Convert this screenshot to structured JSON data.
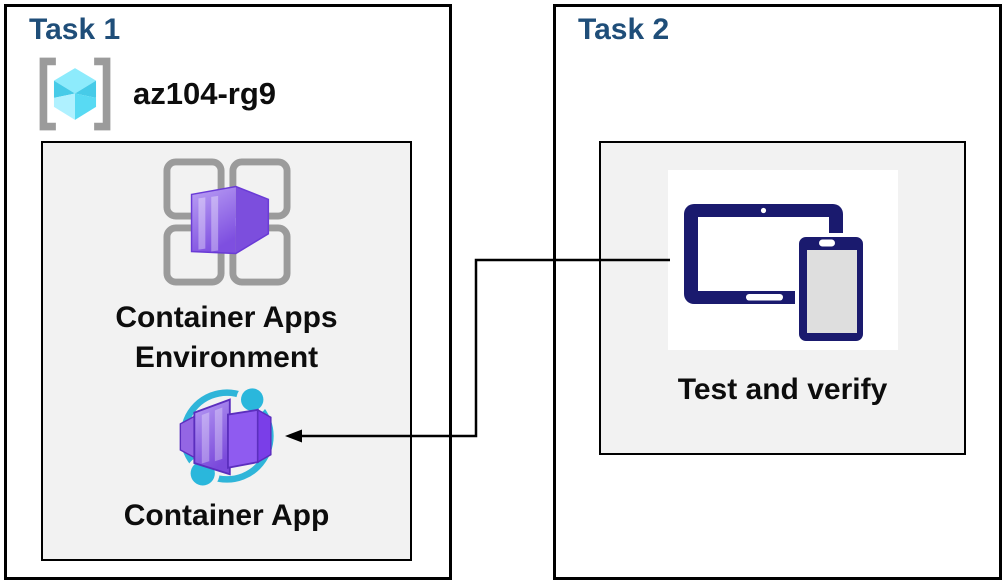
{
  "task1": {
    "title": "Task 1",
    "resource_group": "az104-rg9",
    "environment_label": "Container Apps Environment",
    "app_label": "Container App"
  },
  "task2": {
    "title": "Task 2",
    "test_label": "Test and verify"
  },
  "icons": {
    "resource_group": "resource-group-icon",
    "environment": "container-apps-environment-icon",
    "app": "container-app-icon",
    "devices": "tablet-and-phone-icon",
    "connector": "arrow-left-connector"
  },
  "colors": {
    "task_title": "#1F4E79",
    "panel_fill": "#F2F2F2",
    "box_border": "#000000",
    "container_purple": "#7C4EDD",
    "container_purple_light": "#B79CF4",
    "cyan_accent": "#2AB7DC",
    "rg_cube_cyan": "#8DEBFC",
    "bracket_gray": "#9B9B9B",
    "device_navy": "#1A1A6E",
    "device_screen_gray": "#DEDEDE"
  }
}
